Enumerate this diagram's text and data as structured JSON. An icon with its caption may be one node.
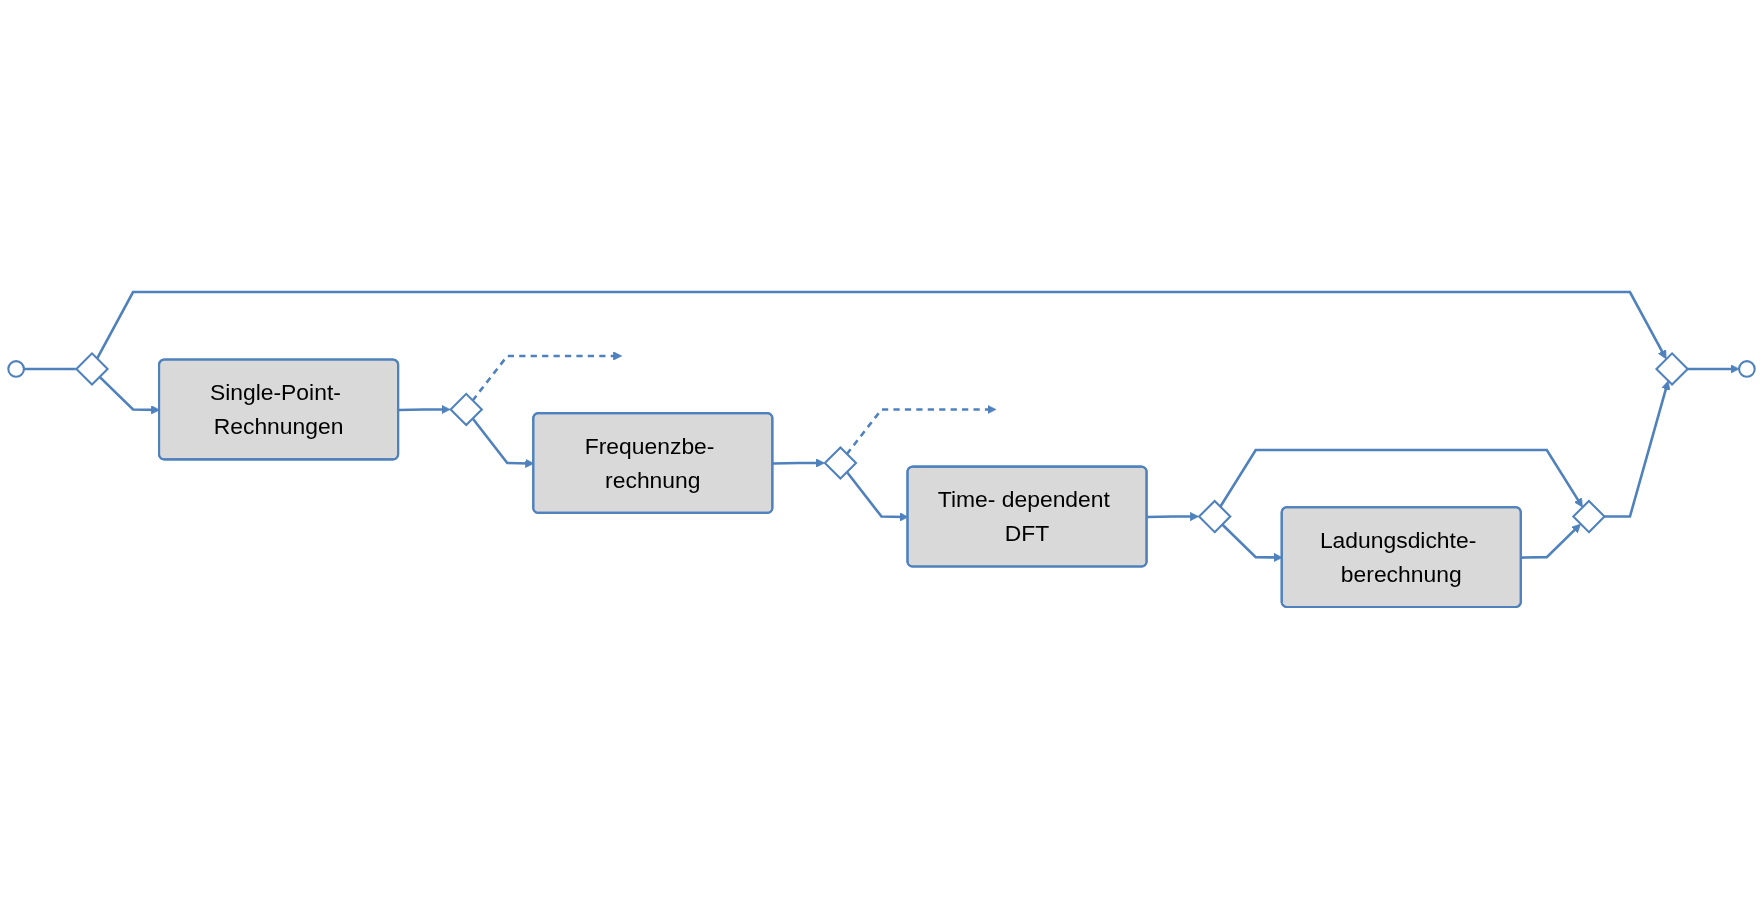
{
  "diagram": {
    "nodes": [
      {
        "text": [],
        "shape": "circle"
      },
      {
        "text": [],
        "shape": "diamond"
      },
      {
        "text": [
          "Single-Point- Rechnungen"
        ]
      },
      {
        "text": [],
        "shape": "diamond"
      },
      {
        "text": [
          "Frequenzbe- rechnung"
        ]
      },
      {
        "text": [],
        "shape": "diamond"
      },
      {
        "text": [
          "Time- dependent DFT"
        ]
      },
      {
        "text": [],
        "shape": "diamond"
      },
      {
        "text": [
          "Ladungsdichte- berechnung"
        ]
      },
      {
        "text": [],
        "shape": "diamond"
      },
      {
        "text": [],
        "shape": "diamond"
      },
      {
        "text": [],
        "shape": "circle"
      }
    ],
    "edges": [
      {
        "from": 0,
        "to": 1,
        "arrow": "none"
      },
      {
        "from": 1,
        "to": 2,
        "arrow": "to"
      },
      {
        "from": 1,
        "to": 10,
        "arrow": "to"
      },
      {
        "from": 2,
        "to": 3,
        "arrow": "to"
      },
      {
        "from": 3,
        "to": 4,
        "arrow": "to"
      },
      {
        "from": 3,
        "to": null,
        "arrow": "to",
        "style": "dashed"
      },
      {
        "from": 4,
        "to": 5,
        "arrow": "to"
      },
      {
        "from": 5,
        "to": null,
        "arrow": "to",
        "style": "dashed"
      },
      {
        "from": 5,
        "to": 6,
        "arrow": "to"
      },
      {
        "from": 6,
        "to": 7,
        "arrow": "to"
      },
      {
        "from": 7,
        "to": 8,
        "arrow": "to"
      },
      {
        "from": 7,
        "to": 9,
        "arrow": "to"
      },
      {
        "from": 8,
        "to": 9,
        "arrow": "to"
      },
      {
        "from": 9,
        "to": 10,
        "arrow": "to"
      },
      {
        "from": 10,
        "to": 11,
        "arrow": "to"
      }
    ]
  }
}
